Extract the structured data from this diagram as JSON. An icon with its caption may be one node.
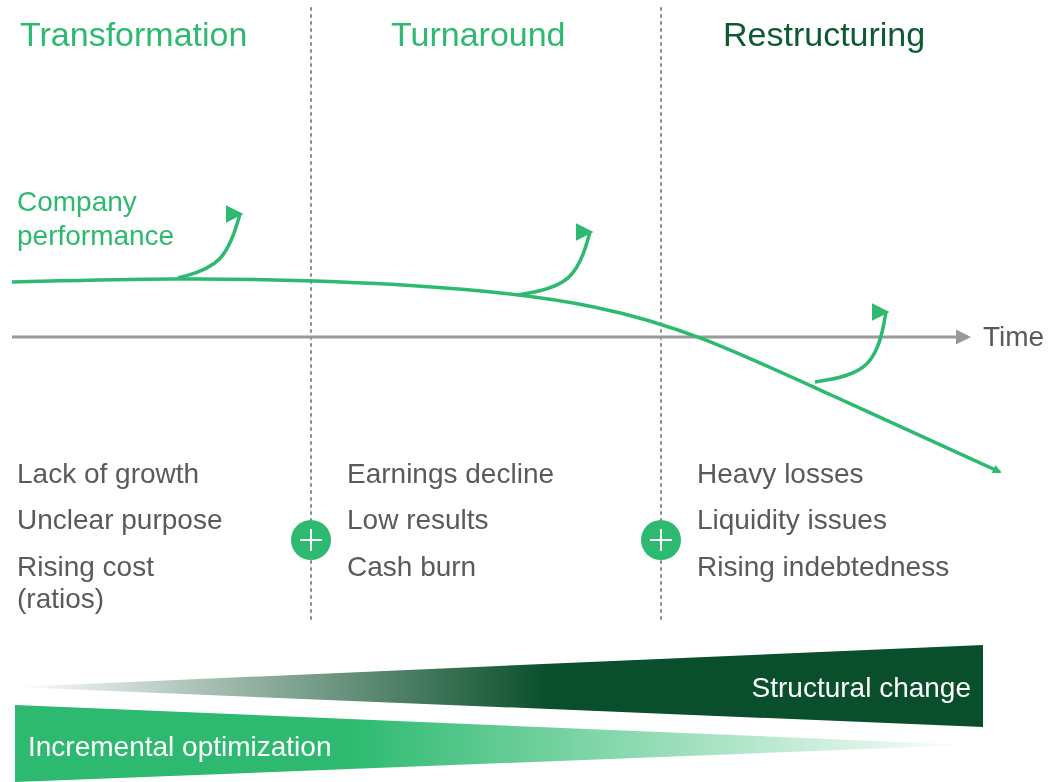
{
  "diagram": {
    "nodes": [
      {
        "text": [
          "Structural change"
        ]
      },
      {
        "text": [
          "Incremental optimization"
        ]
      }
    ],
    "labels": [
      "Transformation",
      "Turnaround",
      "Restructuring",
      "Company performance",
      "Time",
      "Lack of growth",
      "Unclear purpose",
      "Rising cost (ratios)",
      "Earnings decline",
      "Low results",
      "Cash burn",
      "Heavy losses",
      "Liquidity issues",
      "Rising indebtedness"
    ]
  }
}
